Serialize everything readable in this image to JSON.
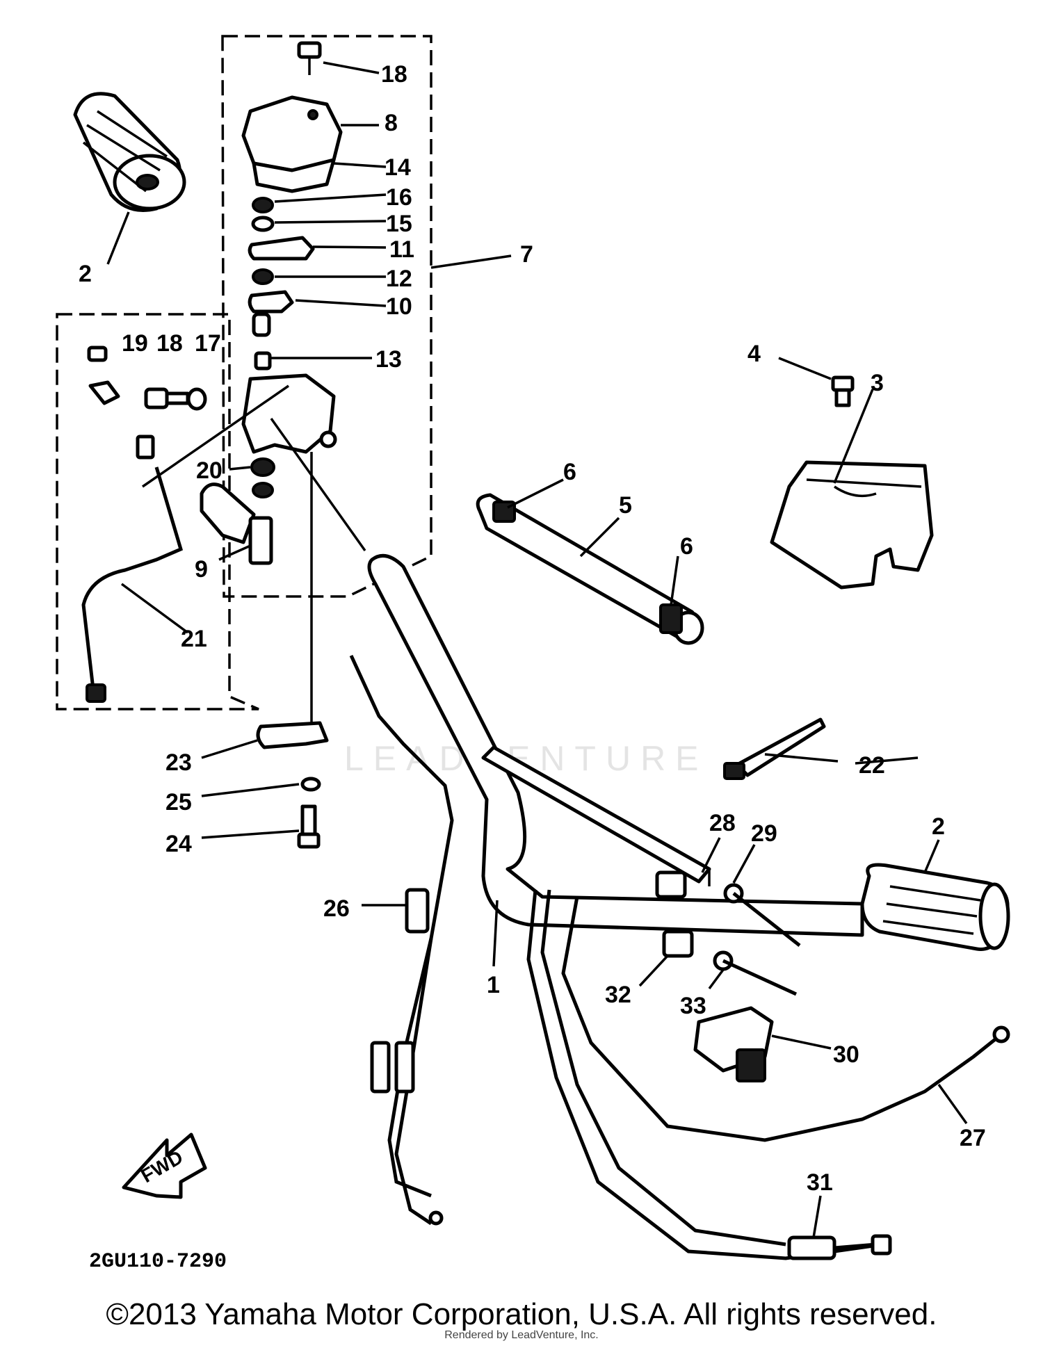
{
  "diagram": {
    "code": "2GU110-7290",
    "fwd_label": "FWD",
    "watermark": "LEADVENTURE",
    "labels": [
      {
        "id": "l18a",
        "text": "18"
      },
      {
        "id": "l8",
        "text": "8"
      },
      {
        "id": "l14",
        "text": "14"
      },
      {
        "id": "l16",
        "text": "16"
      },
      {
        "id": "l15",
        "text": "15"
      },
      {
        "id": "l11",
        "text": "11"
      },
      {
        "id": "l7",
        "text": "7"
      },
      {
        "id": "l12",
        "text": "12"
      },
      {
        "id": "l10",
        "text": "10"
      },
      {
        "id": "l13",
        "text": "13"
      },
      {
        "id": "l2a",
        "text": "2"
      },
      {
        "id": "l19",
        "text": "19"
      },
      {
        "id": "l18b",
        "text": "18"
      },
      {
        "id": "l17",
        "text": "17"
      },
      {
        "id": "l20",
        "text": "20"
      },
      {
        "id": "l9",
        "text": "9"
      },
      {
        "id": "l21",
        "text": "21"
      },
      {
        "id": "l4",
        "text": "4"
      },
      {
        "id": "l3",
        "text": "3"
      },
      {
        "id": "l6a",
        "text": "6"
      },
      {
        "id": "l5",
        "text": "5"
      },
      {
        "id": "l6b",
        "text": "6"
      },
      {
        "id": "l23",
        "text": "23"
      },
      {
        "id": "l25",
        "text": "25"
      },
      {
        "id": "l24",
        "text": "24"
      },
      {
        "id": "l22",
        "text": "22"
      },
      {
        "id": "l28",
        "text": "28"
      },
      {
        "id": "l29",
        "text": "29"
      },
      {
        "id": "l2b",
        "text": "2"
      },
      {
        "id": "l26",
        "text": "26"
      },
      {
        "id": "l1",
        "text": "1"
      },
      {
        "id": "l32",
        "text": "32"
      },
      {
        "id": "l33",
        "text": "33"
      },
      {
        "id": "l30",
        "text": "30"
      },
      {
        "id": "l27",
        "text": "27"
      },
      {
        "id": "l31",
        "text": "31"
      }
    ]
  },
  "footer": {
    "copyright": "©2013 Yamaha Motor Corporation, U.S.A. All rights reserved.",
    "credit": "Rendered by LeadVenture, Inc."
  }
}
